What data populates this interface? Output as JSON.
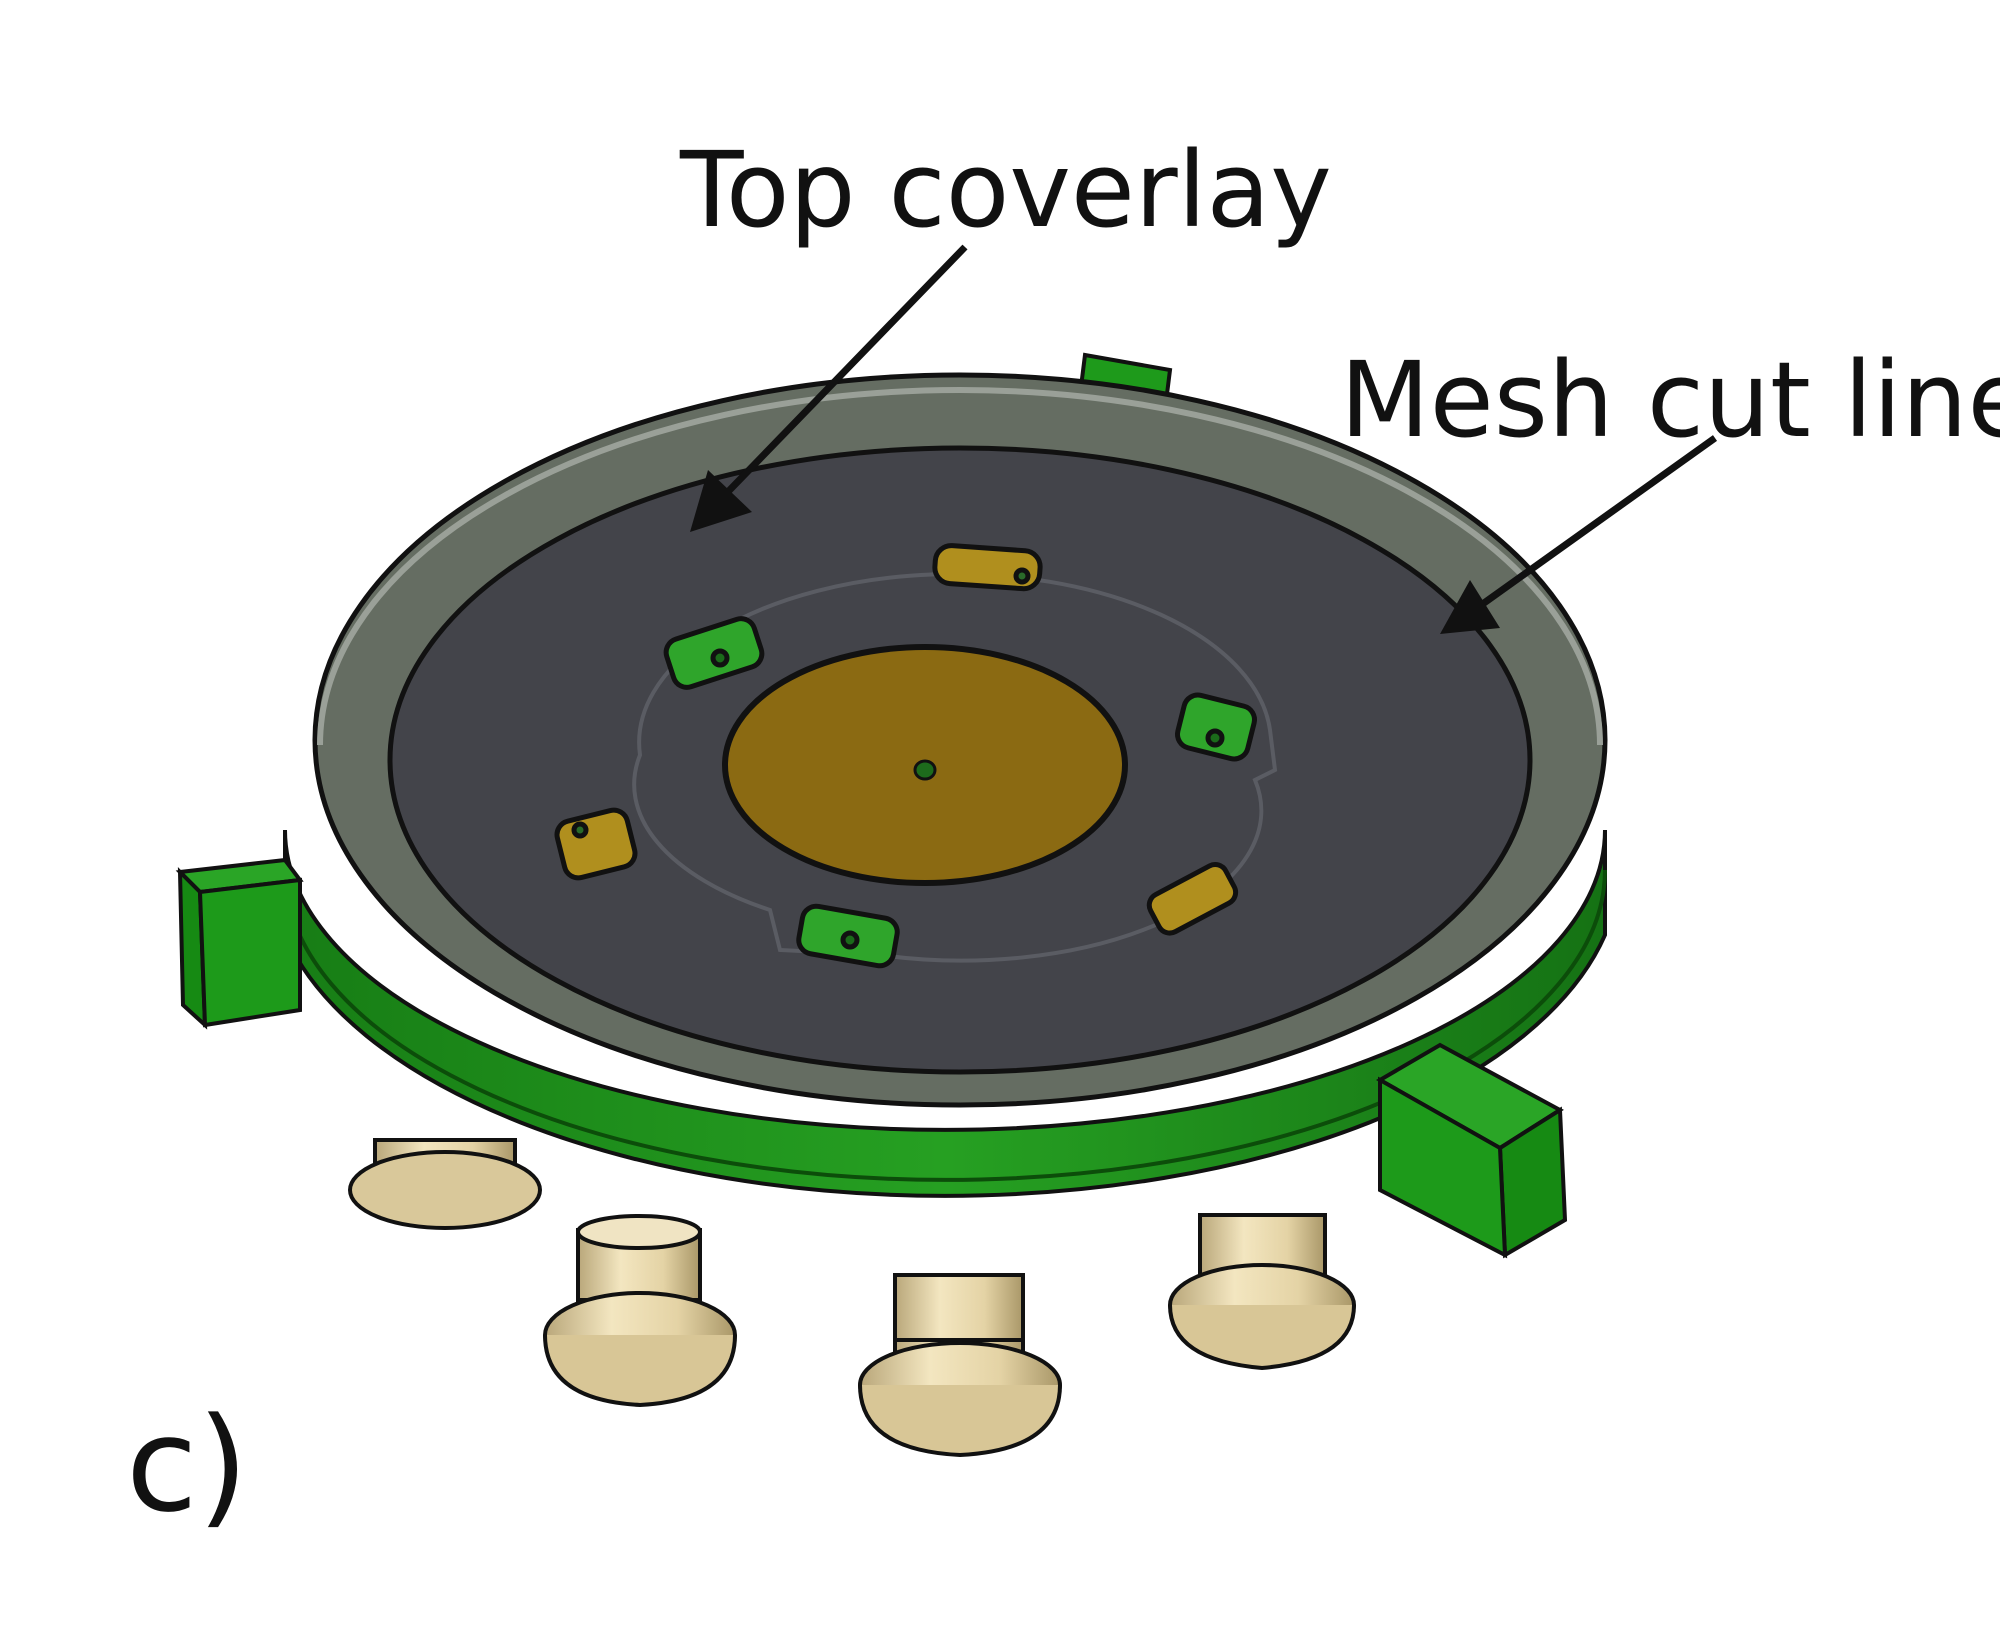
{
  "labels": {
    "top_coverlay": "Top coverlay",
    "mesh_cut_line": "Mesh cut line",
    "panel": "c)"
  },
  "colors": {
    "base_green": "#1f8a1c",
    "dark_green": "#146b12",
    "outer_ring": "#656d62",
    "coverlay": "#43444a",
    "gold_pad": "#8b6a12",
    "pin_beige": "#e8d8ae",
    "outline": "#111111"
  },
  "icons": [
    "pcb-board-icon",
    "connector-pin-icon"
  ]
}
